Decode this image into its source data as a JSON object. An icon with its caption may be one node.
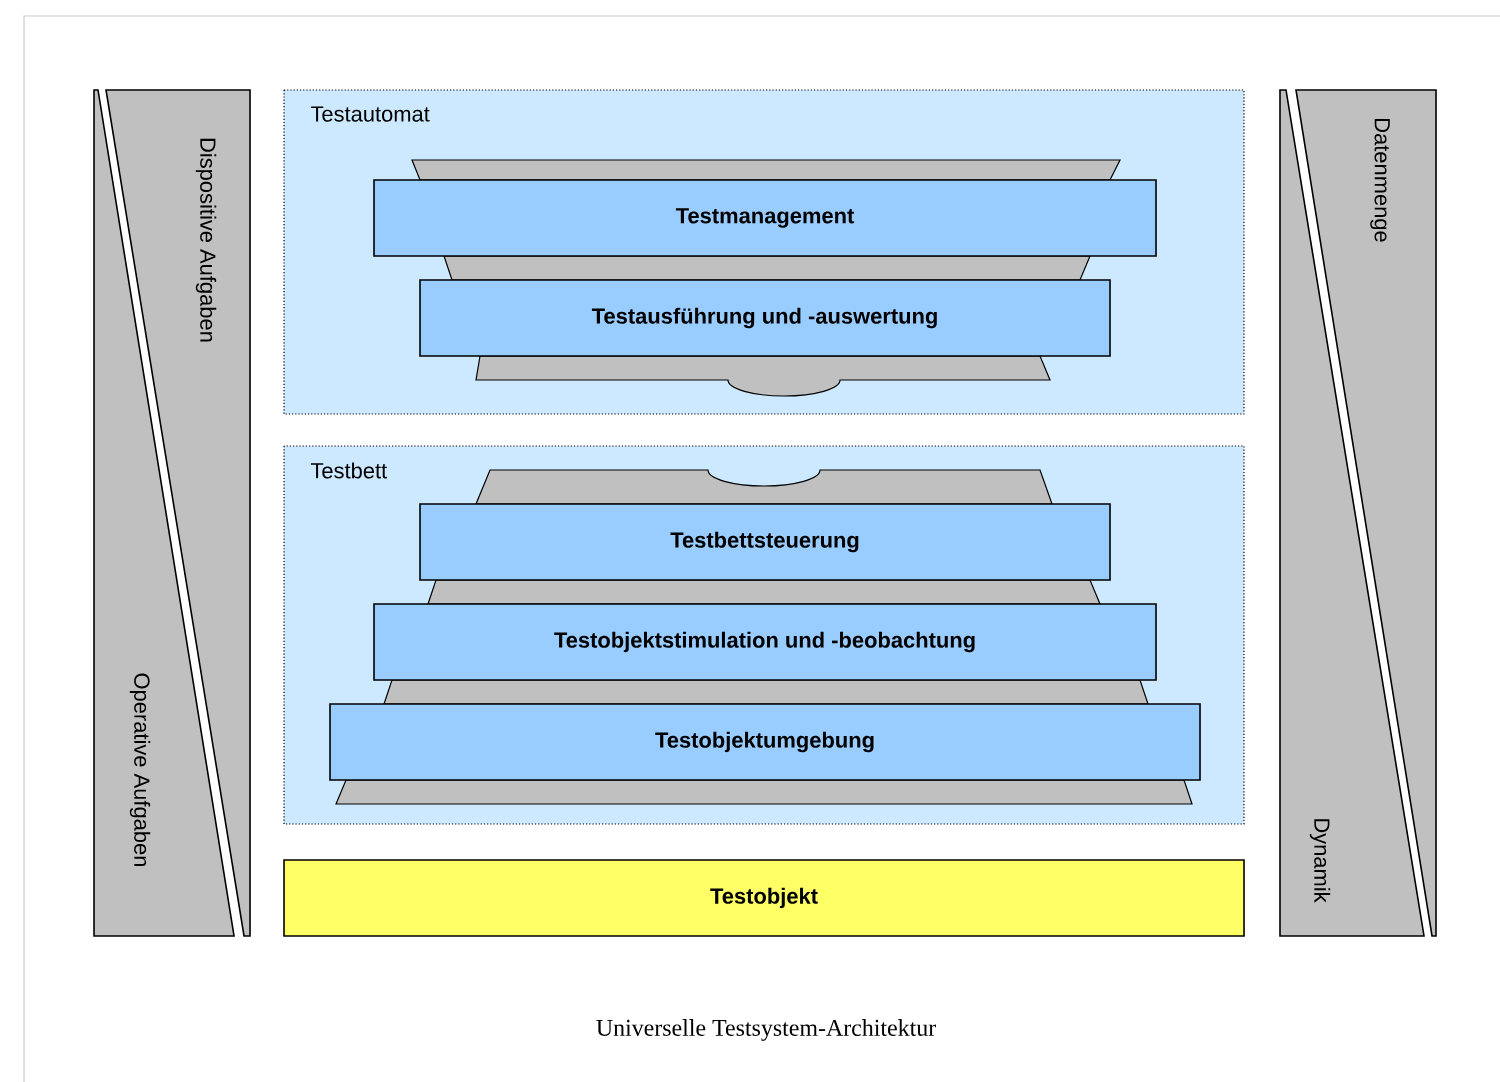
{
  "diagram": {
    "caption": "Universelle Testsystem-Architektur",
    "nodes": [
      {
        "text": [
          "Dispositive Aufgaben"
        ]
      },
      {
        "text": [
          "Operative Aufgaben"
        ]
      },
      {
        "text": [
          "Testautomat"
        ]
      },
      {
        "text": [
          "Testmanagement"
        ],
        "in": 2
      },
      {
        "text": [
          "Testausführung und -auswertung"
        ],
        "in": 2
      },
      {
        "text": [
          "Testbett"
        ]
      },
      {
        "text": [
          "Testbettsteuerung"
        ],
        "in": 5
      },
      {
        "text": [
          "Testobjektstimulation und -beobachtung"
        ],
        "in": 5
      },
      {
        "text": [
          "Testobjektumgebung"
        ],
        "in": 5
      },
      {
        "text": [
          "Testobjekt"
        ]
      },
      {
        "text": [
          "Datenmenge"
        ]
      },
      {
        "text": [
          "Dynamik"
        ]
      }
    ]
  }
}
